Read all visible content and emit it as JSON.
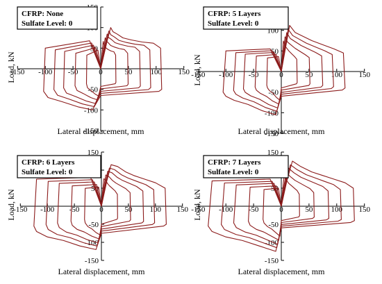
{
  "colors": {
    "loop": "#8b1a1a",
    "axis": "#000000",
    "background": "#ffffff"
  },
  "chart_data": [
    {
      "type": "line",
      "legend": [
        "CFRP: None",
        "Sulfate Level: 0"
      ],
      "legend_position": "top-left",
      "xlabel": "Lateral displacement, mm",
      "ylabel": "Load, kN",
      "xlim": [
        -150,
        150
      ],
      "ylim": [
        -150,
        150
      ],
      "xticks": [
        -150,
        -100,
        -50,
        0,
        50,
        100,
        150
      ],
      "yticks": [
        -150,
        -100,
        -50,
        50,
        100,
        150
      ],
      "grid": false,
      "series": [
        {
          "x": [
            0,
            6,
            12,
            18,
            22,
            30,
            40,
            55,
            75,
            95,
            108,
            110,
            105,
            0,
            -15,
            -40,
            -70,
            -95,
            -103,
            -100,
            -20,
            0
          ],
          "y": [
            0,
            35,
            70,
            100,
            90,
            84,
            75,
            70,
            65,
            62,
            50,
            -50,
            -55,
            -65,
            -100,
            -93,
            -80,
            -70,
            -55,
            50,
            68,
            0
          ]
        }
      ]
    },
    {
      "type": "line",
      "legend": [
        "CFRP: 5 Layers",
        "Sulfate Level: 0"
      ],
      "legend_position": "top-left",
      "xlabel": "Lateral displacement, mm",
      "ylabel": "Load, kN",
      "xlim": [
        -150,
        150
      ],
      "ylim": [
        -150,
        150
      ],
      "xticks": [
        -150,
        -100,
        -50,
        0,
        50,
        100,
        150
      ],
      "yticks": [
        -150,
        -100,
        -50,
        50,
        100,
        150
      ],
      "grid": false,
      "series": [
        {
          "x": [
            0,
            8,
            15,
            25,
            40,
            55,
            75,
            95,
            112,
            115,
            110,
            0,
            -10,
            -35,
            -60,
            -85,
            -100,
            -105,
            -100,
            -20,
            0
          ],
          "y": [
            0,
            60,
            112,
            95,
            85,
            75,
            65,
            55,
            45,
            -40,
            -45,
            -60,
            -105,
            -95,
            -80,
            -70,
            -60,
            -50,
            50,
            55,
            0
          ]
        }
      ]
    },
    {
      "type": "line",
      "legend": [
        "CFRP: 6 Layers",
        "Sulfate Level: 0"
      ],
      "legend_position": "top-left",
      "xlabel": "Lateral displacement, mm",
      "ylabel": "Load, kN",
      "xlim": [
        -150,
        150
      ],
      "ylim": [
        -150,
        150
      ],
      "xticks": [
        -150,
        -100,
        -50,
        0,
        50,
        100,
        150
      ],
      "yticks": [
        -150,
        -100,
        -50,
        50,
        100,
        150
      ],
      "grid": false,
      "series": [
        {
          "x": [
            0,
            10,
            18,
            30,
            45,
            60,
            80,
            100,
            118,
            120,
            115,
            0,
            -10,
            -40,
            -70,
            -100,
            -120,
            -125,
            -120,
            -20,
            0
          ],
          "y": [
            0,
            70,
            115,
            110,
            95,
            85,
            75,
            65,
            50,
            -50,
            -55,
            -75,
            -120,
            -110,
            -95,
            -85,
            -70,
            -55,
            75,
            80,
            0
          ]
        }
      ]
    },
    {
      "type": "line",
      "legend": [
        "CFRP: 7 Layers",
        "Sulfate Level: 0"
      ],
      "legend_position": "top-left",
      "xlabel": "Lateral displacement, mm",
      "ylabel": "Load, kN",
      "xlim": [
        -150,
        150
      ],
      "ylim": [
        -150,
        150
      ],
      "xticks": [
        -150,
        -100,
        -50,
        0,
        50,
        100,
        150
      ],
      "yticks": [
        -150,
        -100,
        -50,
        50,
        100,
        150
      ],
      "grid": false,
      "series": [
        {
          "x": [
            0,
            10,
            20,
            35,
            55,
            75,
            95,
            115,
            130,
            132,
            125,
            0,
            -10,
            -40,
            -70,
            -100,
            -125,
            -132,
            -125,
            -20,
            0
          ],
          "y": [
            0,
            70,
            125,
            110,
            95,
            85,
            75,
            65,
            50,
            -40,
            -45,
            -60,
            -125,
            -110,
            -95,
            -85,
            -70,
            -55,
            70,
            75,
            0
          ]
        }
      ]
    }
  ]
}
